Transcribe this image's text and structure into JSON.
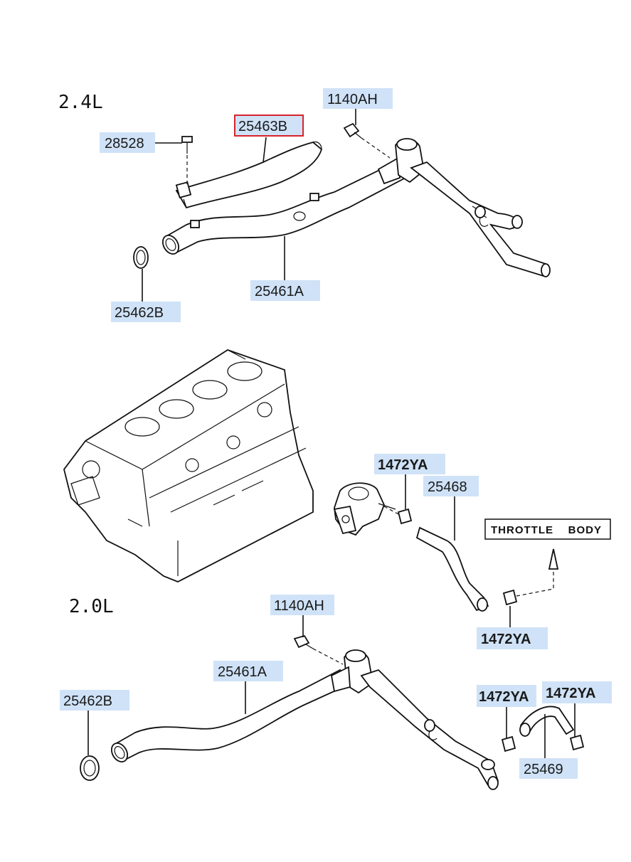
{
  "sections": {
    "upper": "2.4L",
    "lower": "2.0L"
  },
  "labels": {
    "upper": {
      "bolt_1140AH": "1140AH",
      "bolt_28528": "28528",
      "cover_25463B": "25463B",
      "pipe_25461A": "25461A",
      "oring_25462B": "25462B"
    },
    "middle": {
      "clamp_1472YA_top": "1472YA",
      "hose_25468": "25468",
      "clamp_1472YA_bottom": "1472YA",
      "throttle_body": "THROTTLE    BODY"
    },
    "lower": {
      "bolt_1140AH": "1140AH",
      "pipe_25461A": "25461A",
      "oring_25462B": "25462B",
      "clamp_1472YA_left": "1472YA",
      "clamp_1472YA_right": "1472YA",
      "hose_25469": "25469"
    }
  },
  "highlighted_part": "25463B",
  "colors": {
    "callout_fill": "#cfe2f7",
    "highlight": "#d9232a",
    "ink": "#111111"
  }
}
